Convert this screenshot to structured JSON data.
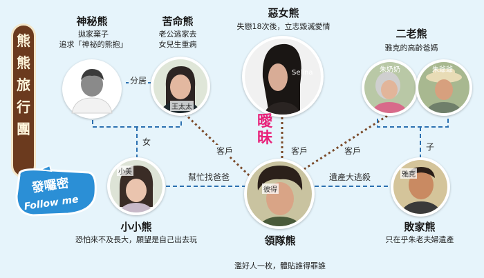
{
  "banner": {
    "chars": [
      "熊",
      "熊",
      "旅",
      "行",
      "團"
    ]
  },
  "badge": {
    "line1": "發囉密",
    "line2": "Follow me"
  },
  "characters": {
    "mystery": {
      "title": "神秘熊",
      "desc1": "拋家棄子",
      "desc2": "追求「神祕的熊抱」"
    },
    "bitter": {
      "title": "苦命熊",
      "desc1": "老公逃家去",
      "desc2": "女兒生重病",
      "tag": "王太太"
    },
    "evil": {
      "title": "惡女熊",
      "desc1": "失戀18次後，立志毀滅愛情",
      "tag": "Selina"
    },
    "oldcouple": {
      "title": "二老熊",
      "desc1": "雅克的高齡爸媽",
      "tag1": "朱奶奶",
      "tag2": "朱爺爺"
    },
    "little": {
      "title": "小小熊",
      "desc1": "恐怕來不及長大，願望是自己出去玩",
      "tag": "小美"
    },
    "leader": {
      "title": "領隊熊",
      "desc1": "濫好人一枚，體貼誰得罪誰",
      "tag": "彼得"
    },
    "spoiled": {
      "title": "敗家熊",
      "desc1": "只在乎朱老夫婦遺產",
      "tag": "雅克"
    }
  },
  "relations": {
    "separated": "分居",
    "daughter": "女",
    "client_left": "客戶",
    "client_mid": "客戶",
    "client_right": "客戶",
    "ambiguous": "曖昧",
    "help_find_dad": "幫忙找爸爸",
    "inheritance_escape": "遺產大逃殺",
    "son": "子"
  },
  "colors": {
    "background": "#e6f4fb",
    "banner": "#6b3a1e",
    "badge": "#2b8fd6",
    "ambiguous": "#e8227a",
    "line_brown": "#7a4a2a",
    "line_blue": "#2a6fb0"
  }
}
